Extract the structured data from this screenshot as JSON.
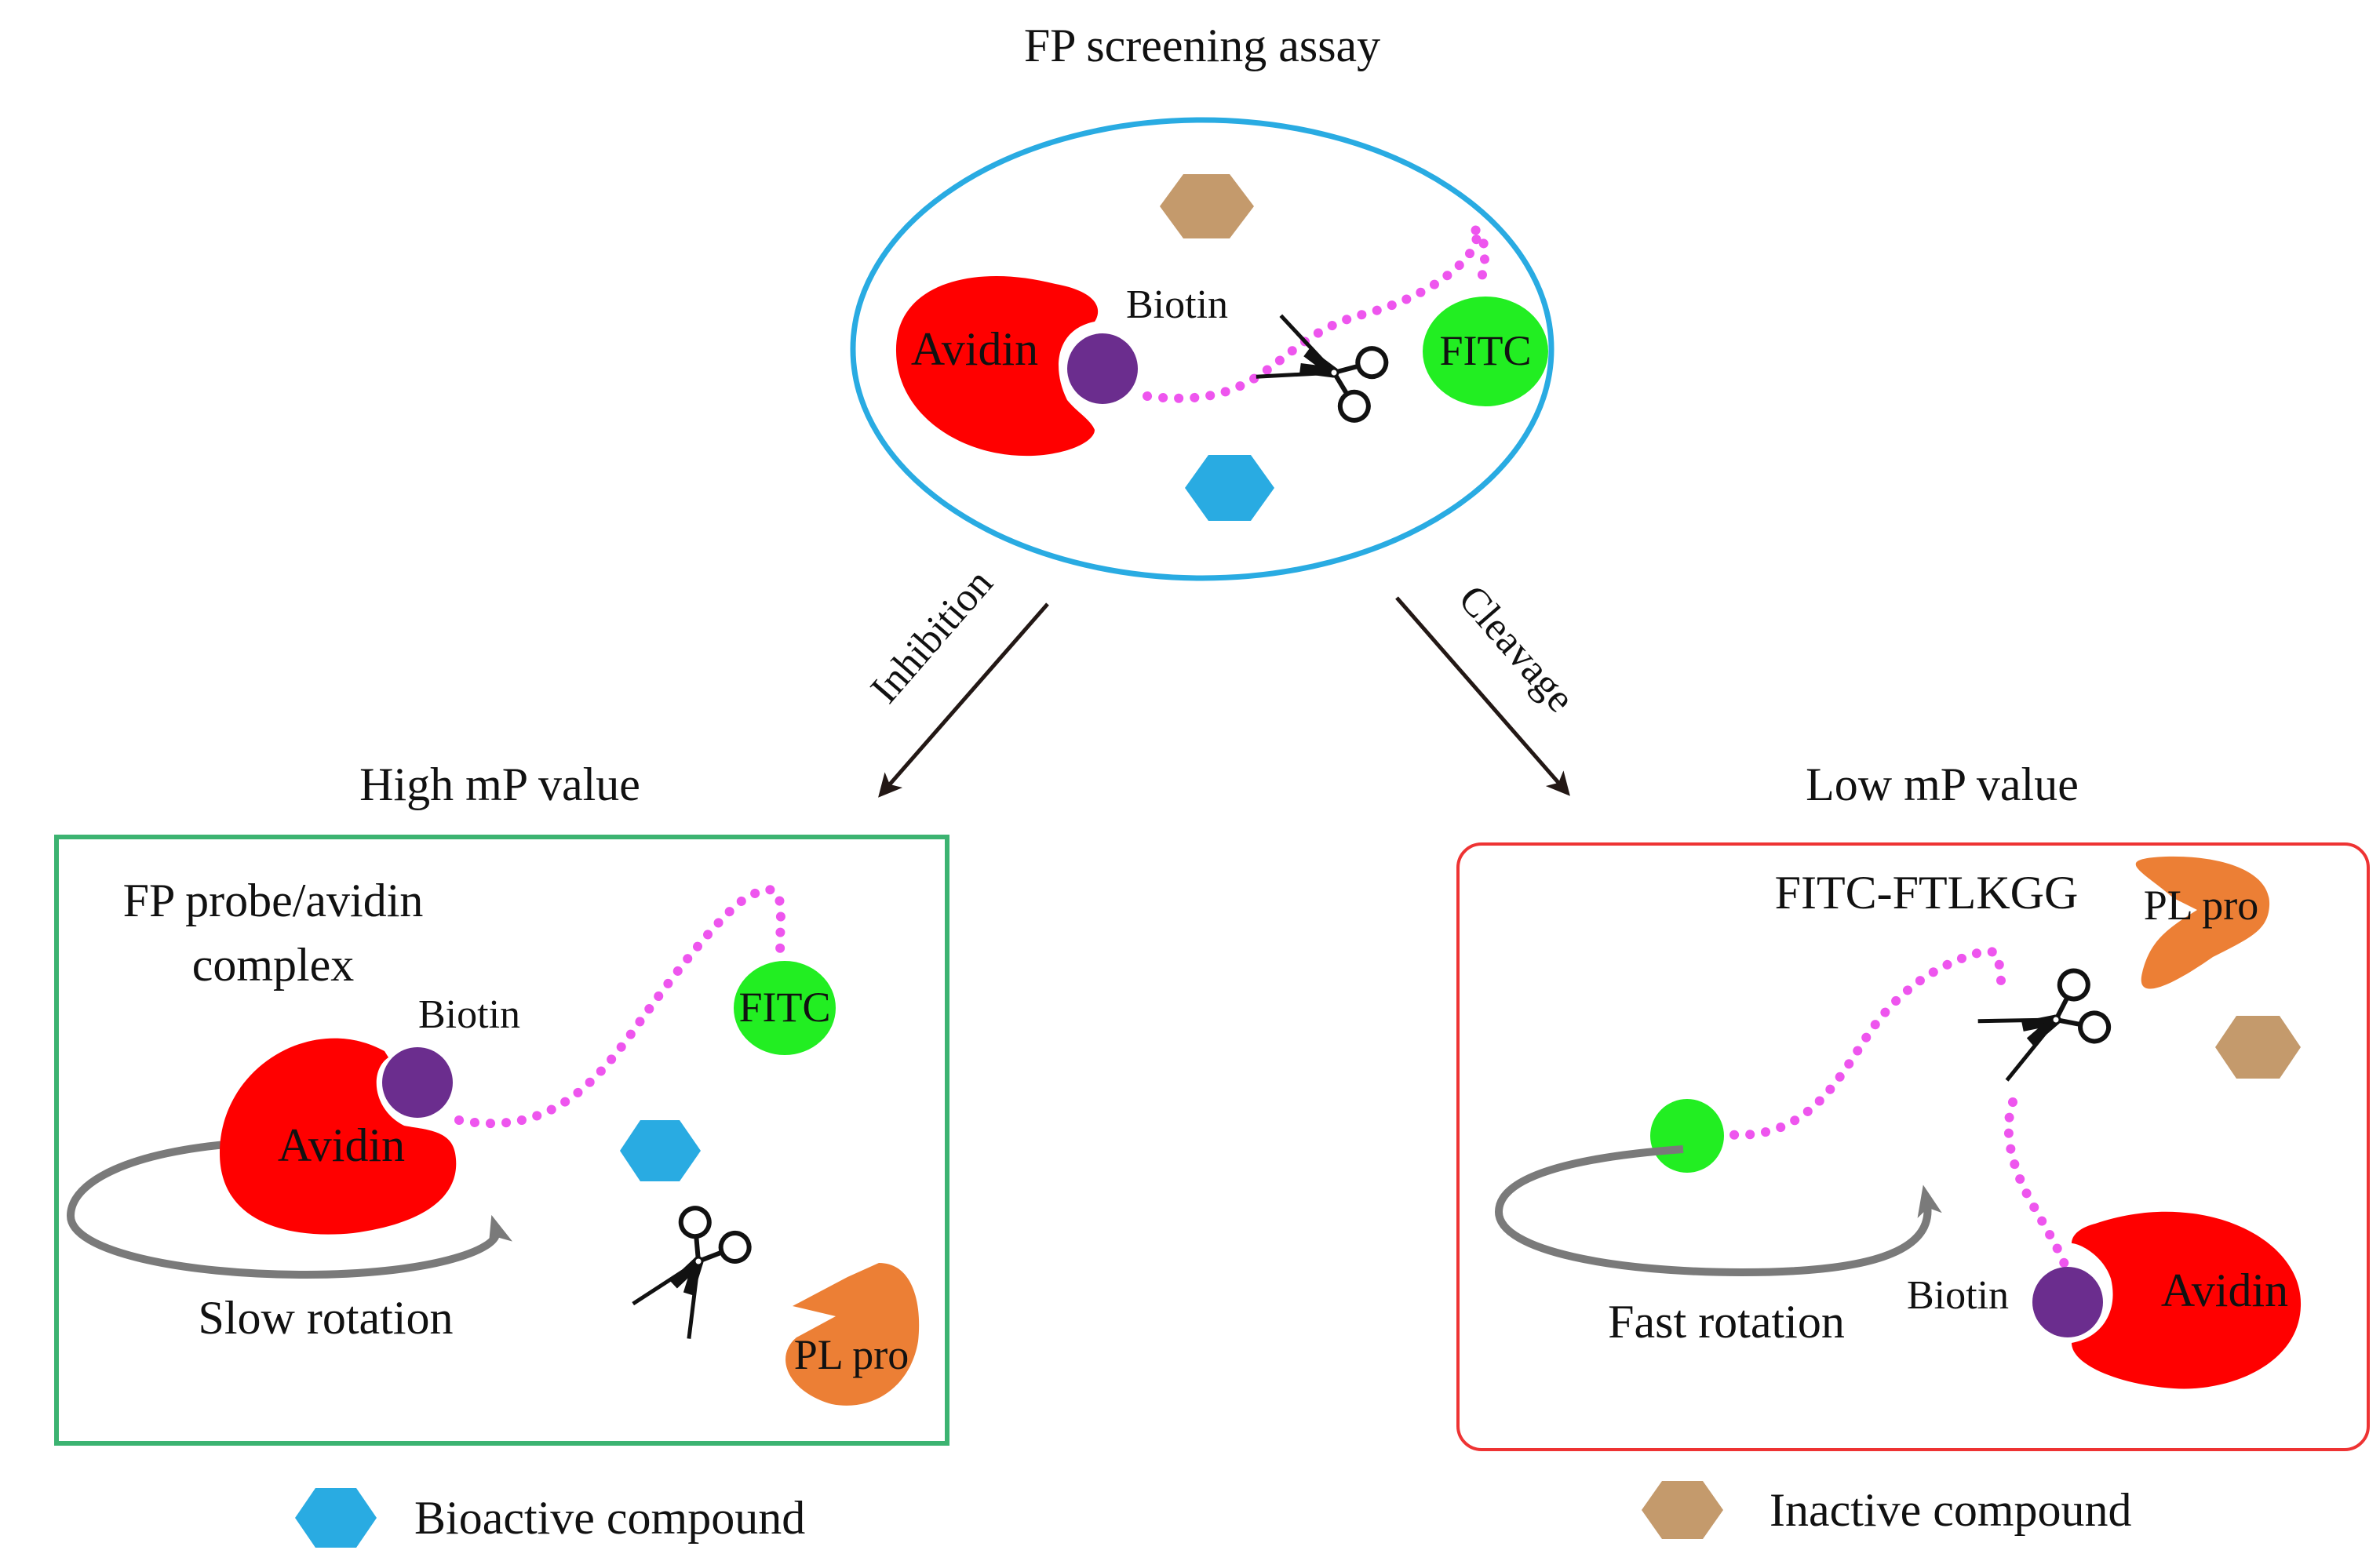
{
  "title": "FP screening assay",
  "top": {
    "avidin": "Avidin",
    "biotin": "Biotin",
    "fitc": "FITC"
  },
  "arrows": {
    "left": "Inhibition",
    "right": "Cleavage"
  },
  "left_panel": {
    "heading": "High mP value",
    "complex_line1": "FP probe/avidin",
    "complex_line2": "complex",
    "biotin": "Biotin",
    "avidin": "Avidin",
    "fitc": "FITC",
    "rotation": "Slow rotation",
    "protease": "PL pro"
  },
  "right_panel": {
    "heading": "Low mP value",
    "peptide": "FITC-FTLKGG",
    "protease": "PL pro",
    "rotation": "Fast rotation",
    "biotin": "Biotin",
    "avidin": "Avidin"
  },
  "legend": {
    "bioactive": "Bioactive compound",
    "inactive": "Inactive compound"
  },
  "colors": {
    "avidin": "#ff0000",
    "biotin": "#6b2d8e",
    "fitc": "#22ee22",
    "plpro": "#ec7f35",
    "bioactive": "#29abe2",
    "inactive": "#c49a6c",
    "linker": "#ee55ee",
    "ellipse": "#29abe2",
    "left_border": "#3cb371",
    "right_border": "#ee3333"
  }
}
